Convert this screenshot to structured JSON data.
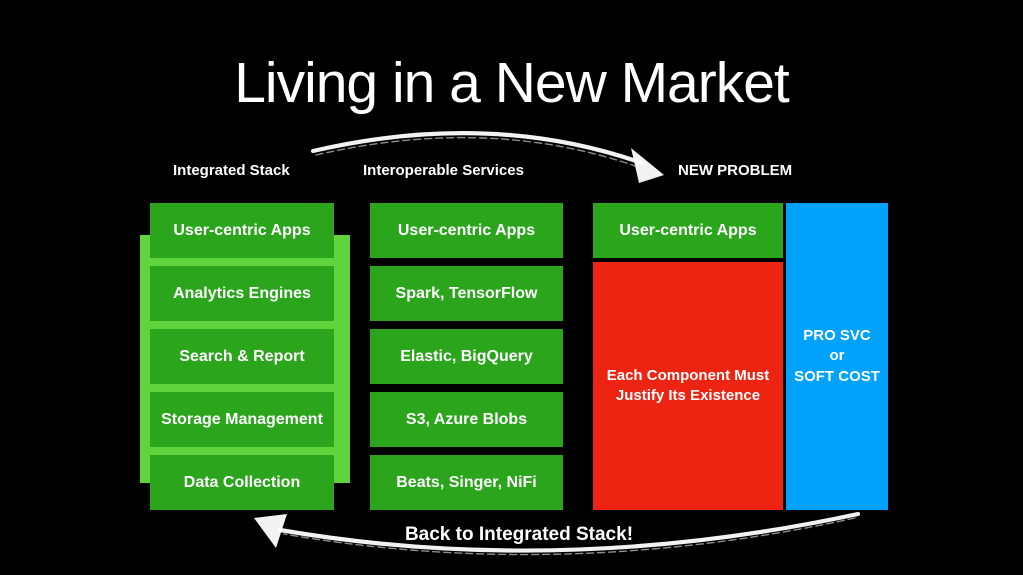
{
  "slide_title": "Living in a New Market",
  "colors": {
    "background": "#000000",
    "box_green": "#2aa51c",
    "stack_background_green": "#5fd43c",
    "problem_red": "#ee2412",
    "cost_blue": "#00a2fb",
    "text": "#ffffff",
    "arrow": "#ffffff"
  },
  "columns": {
    "integrated": {
      "header": "Integrated Stack",
      "boxes": [
        "User-centric Apps",
        "Analytics Engines",
        "Search & Report",
        "Storage Management",
        "Data Collection"
      ]
    },
    "interoperable": {
      "header": "Interoperable Services",
      "boxes": [
        "User-centric Apps",
        "Spark, TensorFlow",
        "Elastic, BigQuery",
        "S3, Azure Blobs",
        "Beats, Singer, NiFi"
      ]
    },
    "new_problem": {
      "header": "NEW PROBLEM",
      "app_box": "User-centric Apps",
      "justify_box": "Each Component Must Justify Its Existence",
      "cost_box_lines": [
        "PRO SVC",
        "or",
        "SOFT COST"
      ]
    }
  },
  "annotations": {
    "bottom_arrow_label": "Back to Integrated Stack!"
  }
}
